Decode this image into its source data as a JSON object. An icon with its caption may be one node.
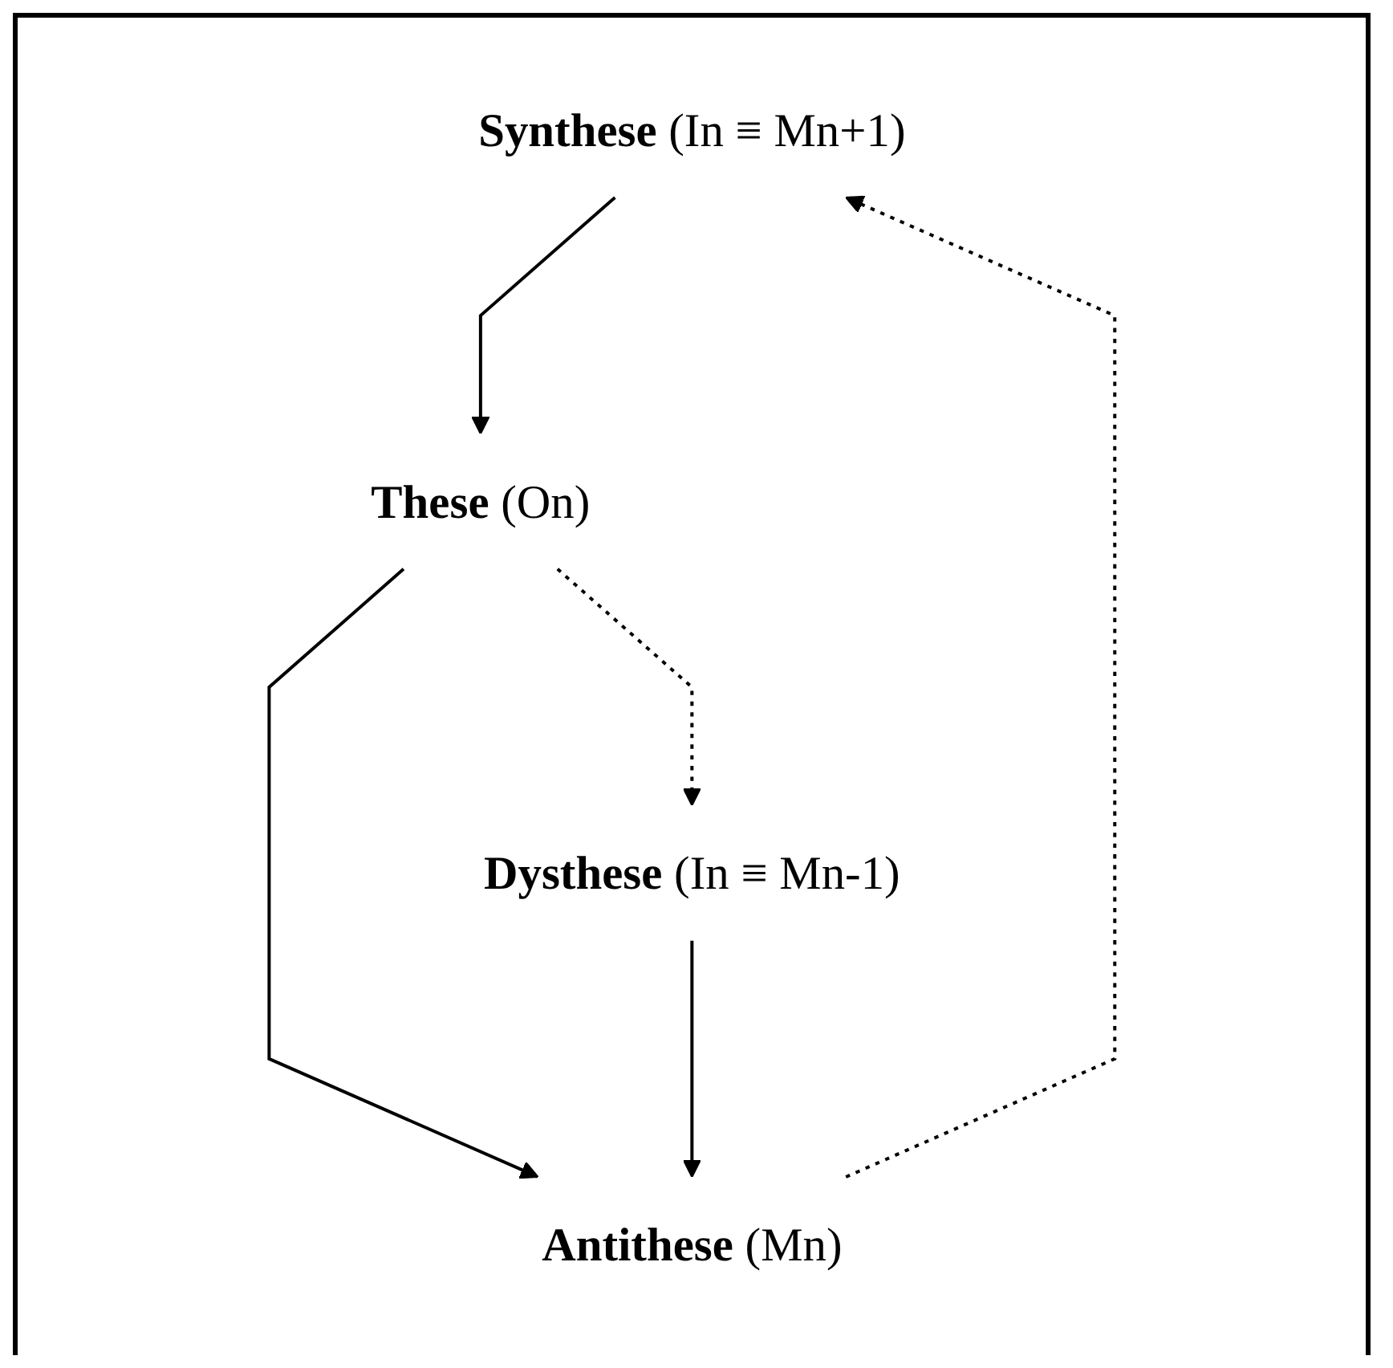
{
  "diagram": {
    "nodes": [
      {
        "text": [
          "**Synthese** (In ≡ Mn+1)"
        ]
      },
      {
        "text": [
          "**These** (On)"
        ]
      },
      {
        "text": [
          "**Antithese** (Mn)"
        ]
      },
      {
        "text": [
          "**Dysthese** (In ≡ Mn-1)"
        ]
      }
    ],
    "edges": [
      {
        "from": 0,
        "to": 1,
        "arrow": "to"
      },
      {
        "from": 1,
        "to": 2,
        "arrow": "to"
      },
      {
        "from": 2,
        "to": 0,
        "arrow": "to",
        "style": "dashed"
      },
      {
        "from": 1,
        "to": 3,
        "arrow": "to",
        "style": "dashed"
      },
      {
        "from": 3,
        "to": 2,
        "arrow": "to"
      }
    ]
  }
}
